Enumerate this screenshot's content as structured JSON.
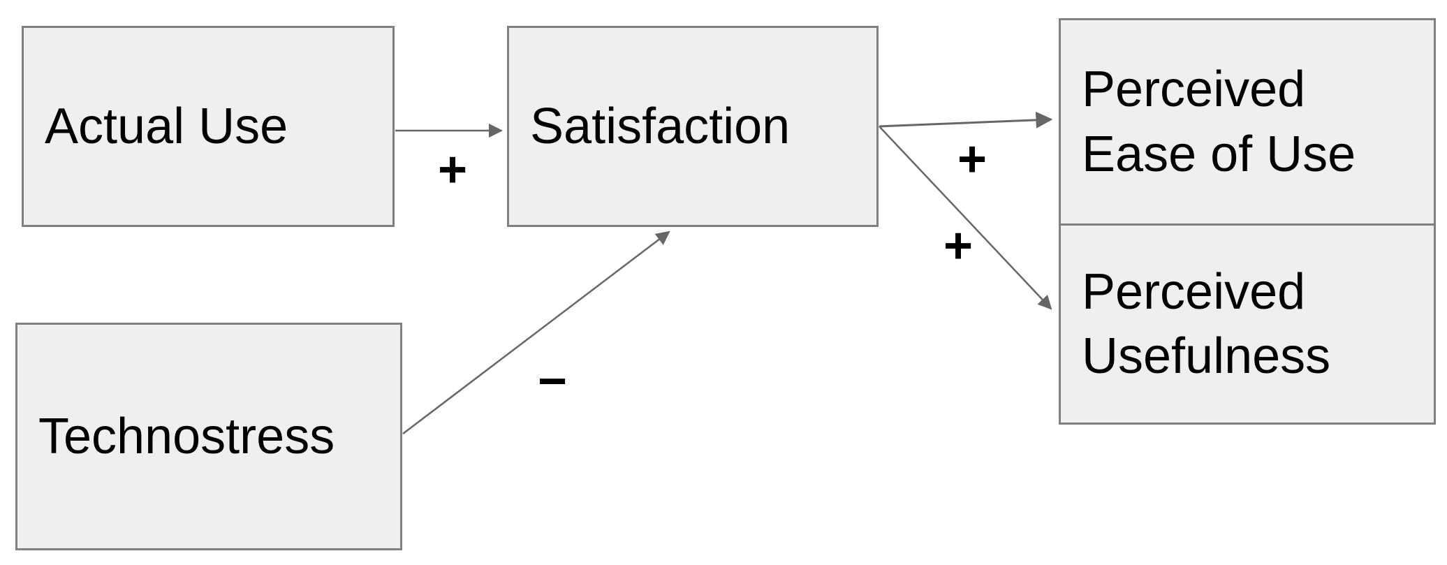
{
  "diagram": {
    "nodes": [
      {
        "id": "actual-use",
        "label": "Actual Use"
      },
      {
        "id": "satisfaction",
        "label": "Satisfaction"
      },
      {
        "id": "technostress",
        "label": "Technostress"
      },
      {
        "id": "perceived-ease-of-use",
        "label": "Perceived Ease of Use"
      },
      {
        "id": "perceived-usefulness",
        "label": "Perceived Usefulness"
      }
    ],
    "edges": [
      {
        "from": "Actual Use",
        "to": "Satisfaction",
        "sign": "+"
      },
      {
        "from": "Technostress",
        "to": "Satisfaction",
        "sign": "−"
      },
      {
        "from": "Satisfaction",
        "to": "Perceived Ease of Use",
        "sign": "+"
      },
      {
        "from": "Satisfaction",
        "to": "Perceived Usefulness",
        "sign": "+"
      }
    ],
    "colors": {
      "node_fill": "#efefef",
      "node_border": "#808080",
      "arrow": "#666666",
      "text": "#000000",
      "background": "#ffffff"
    }
  }
}
